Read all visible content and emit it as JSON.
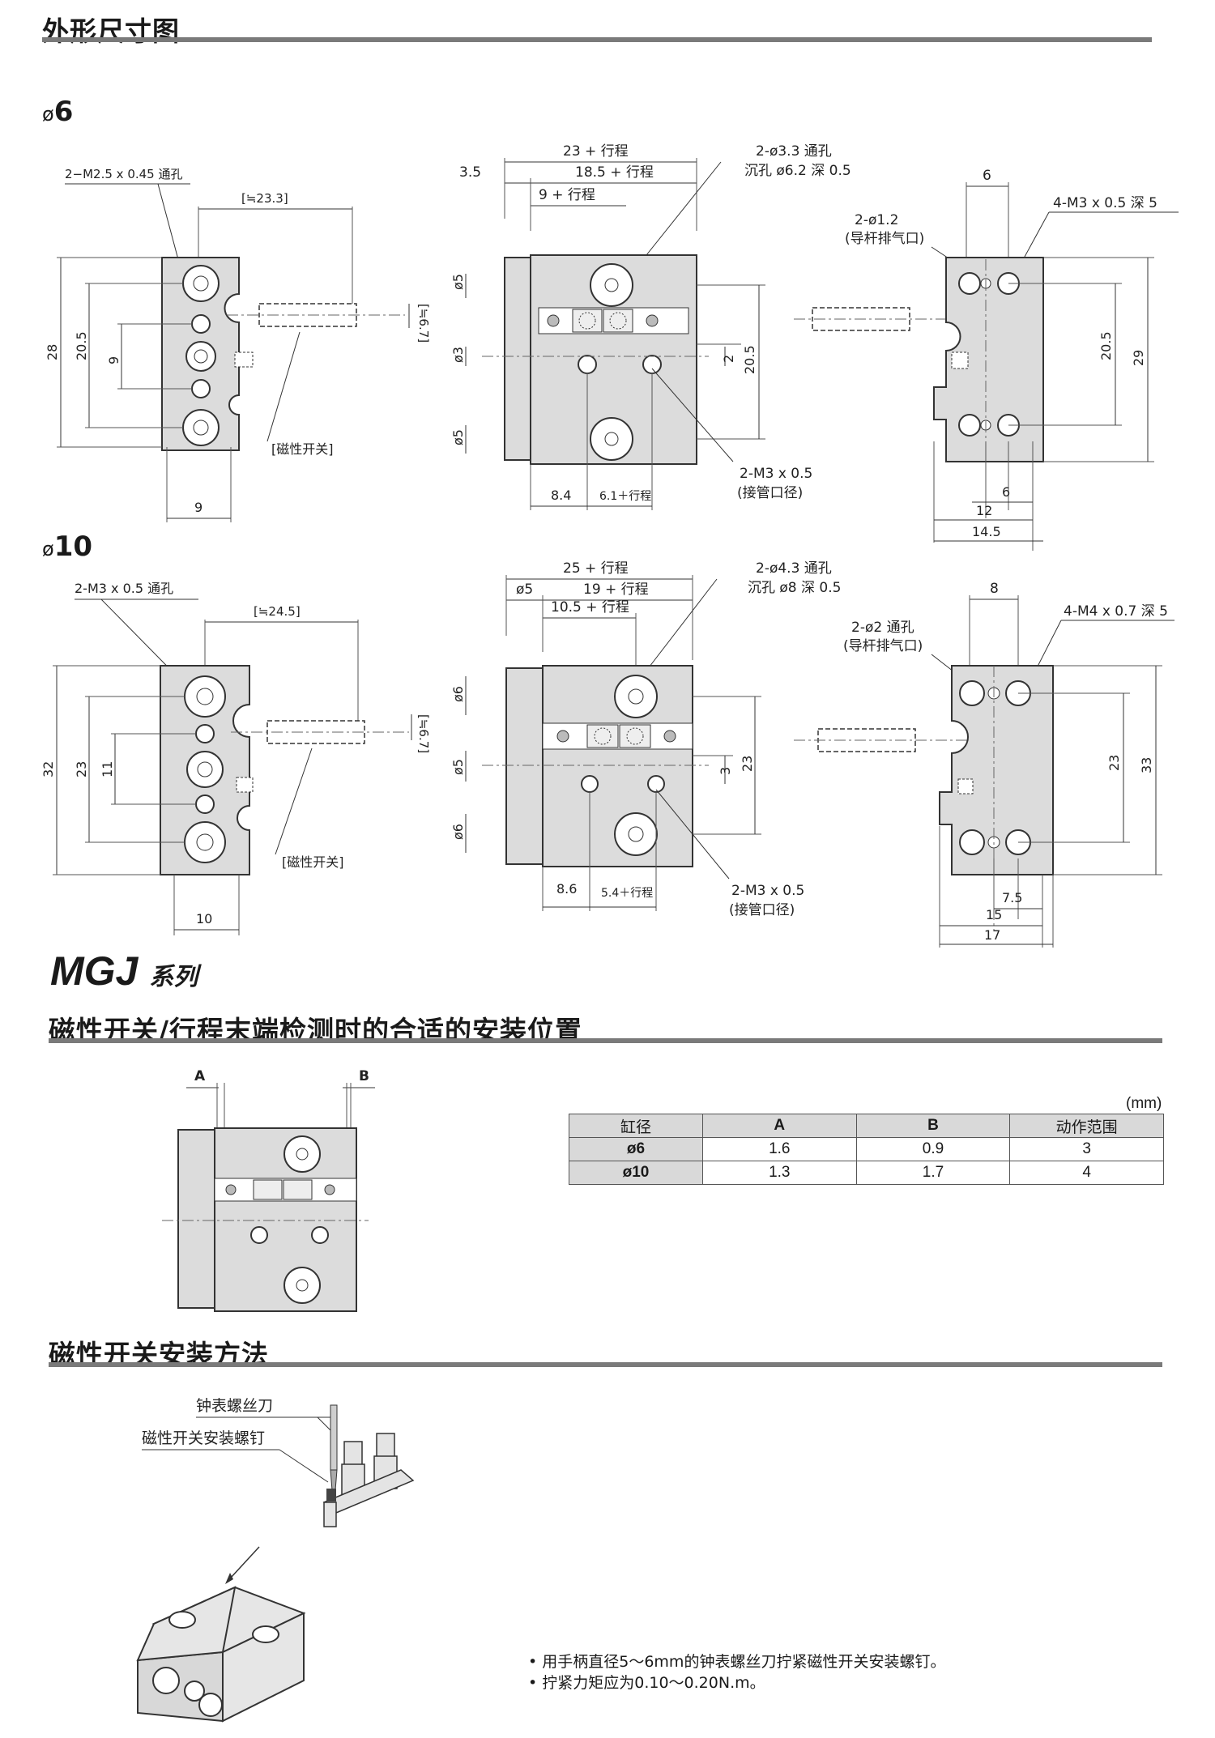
{
  "headings": {
    "outline": "外形尺寸图",
    "mounting_position": "磁性开关/行程末端检测时的合适的安装位置",
    "mounting_method": "磁性开关安装方法"
  },
  "series": {
    "name": "MGJ",
    "suffix": "系列"
  },
  "d6": {
    "bore": "6",
    "left": {
      "thread": "2−M2.5 x 0.45 通孔",
      "approx": "[≒23.3]",
      "approx_h": "[≒6.7]",
      "h28": "28",
      "h205": "20.5",
      "h9": "9",
      "w9": "9",
      "switch": "[磁性开关]"
    },
    "mid": {
      "len23": "23 + 行程",
      "len185": "18.5 + 行程",
      "len9": "9 + 行程",
      "d35": "3.5",
      "hole": "2-ø3.3 通孔",
      "cbore": "沉孔 ø6.2 深 0.5",
      "d5a": "ø5",
      "d3": "ø3",
      "d5b": "ø5",
      "h2": "2",
      "h205": "20.5",
      "port": "2-M3 x 0.5",
      "port_note": "(接管口径)",
      "b84": "8.4",
      "b61": "6.1＋行程"
    },
    "right": {
      "w6": "6",
      "vent": "2-ø1.2",
      "vent_note": "(导杆排气口)",
      "thread": "4-M3 x 0.5 深 5",
      "h205": "20.5",
      "h29": "29",
      "b6": "6",
      "b12": "12",
      "b145": "14.5"
    }
  },
  "d10": {
    "bore": "10",
    "left": {
      "thread": "2-M3 x 0.5 通孔",
      "approx": "[≒24.5]",
      "approx_h": "[≒6.7]",
      "h32": "32",
      "h23": "23",
      "h11": "11",
      "w10": "10",
      "switch": "[磁性开关]"
    },
    "mid": {
      "len25": "25 + 行程",
      "len19": "19 + 行程",
      "len105": "10.5 + 行程",
      "d5": "ø5",
      "hole": "2-ø4.3 通孔",
      "cbore": "沉孔 ø8 深 0.5",
      "d6a": "ø6",
      "d6b": "ø6",
      "h3": "3",
      "h23": "23",
      "port": "2-M3 x 0.5",
      "port_note": "(接管口径)",
      "b86": "8.6",
      "b54": "5.4＋行程"
    },
    "right": {
      "w8": "8",
      "vent": "2-ø2 通孔",
      "vent_note": "(导杆排气口)",
      "thread": "4-M4 x 0.7 深 5",
      "h23": "23",
      "h33": "33",
      "b75": "7.5",
      "b15": "15",
      "b17": "17"
    }
  },
  "position_fig": {
    "a": "A",
    "b": "B"
  },
  "table": {
    "unit": "(mm)",
    "headers": [
      "缸径",
      "A",
      "B",
      "动作范围"
    ],
    "rows": [
      [
        "ø6",
        "1.6",
        "0.9",
        "3"
      ],
      [
        "ø10",
        "1.3",
        "1.7",
        "4"
      ]
    ]
  },
  "method": {
    "label_screwdriver": "钟表螺丝刀",
    "label_screw": "磁性开关安装螺钉",
    "notes": [
      "• 用手柄直径5～6mm的钟表螺丝刀拧紧磁性开关安装螺钉。",
      "• 拧紧力矩应为0.10～0.20N.m。"
    ]
  }
}
